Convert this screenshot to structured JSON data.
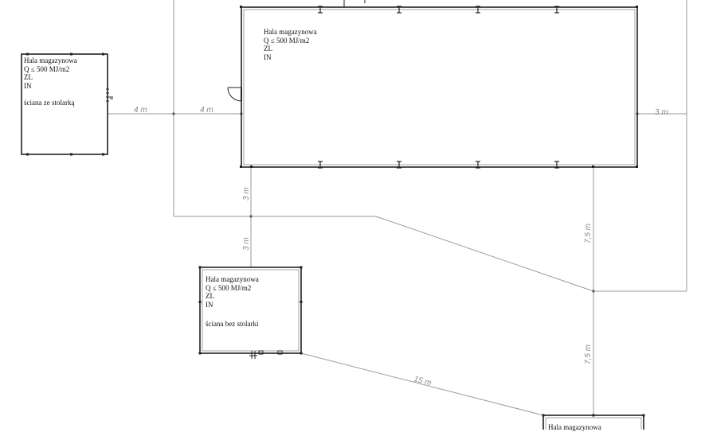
{
  "buildings": {
    "small_left": {
      "line1": "Hala magazynowa",
      "line2": "Q ≤ 500 MJ/m2",
      "line3": "ZL",
      "line4": "IN",
      "note": "ściana ze stolarką"
    },
    "large_top": {
      "line1": "Hala magazynowa",
      "line2": "Q ≤ 500 MJ/m2",
      "line3": "ZL",
      "line4": "IN"
    },
    "middle": {
      "line1": "Hala magazynowa",
      "line2": "Q ≤ 500 MJ/m2",
      "line3": "ZL",
      "line4": "IN",
      "note": "ściana bez stolarki"
    },
    "bottom_right": {
      "line1": "Hala magazynowa"
    }
  },
  "dimensions": {
    "d_left_4m": "4 m",
    "d_mid_4m": "4 m",
    "d_right_3m": "3 m",
    "d_vert_3m_upper": "3 m",
    "d_vert_3m_lower": "3 m",
    "d_vert_75_upper": "7,5 m",
    "d_vert_75_lower": "7,5 m",
    "d_diag_15m": "15 m"
  }
}
